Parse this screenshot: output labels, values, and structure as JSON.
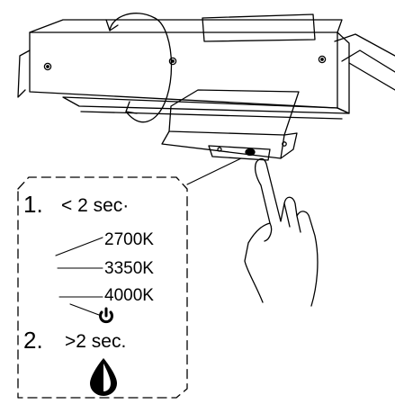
{
  "colors": {
    "ink": "#000000",
    "paper": "#ffffff"
  },
  "steps": [
    {
      "number": "1.",
      "condition": "< 2 sec·"
    },
    {
      "number": "2.",
      "condition": ">2 sec."
    }
  ],
  "color_temperatures": [
    "2700K",
    "3350K",
    "4000K"
  ],
  "icons": {
    "power": "power-icon",
    "dimming": "dimming-icon",
    "rotate": "rotate-arrows-icon",
    "hand": "pointing-hand-icon"
  }
}
